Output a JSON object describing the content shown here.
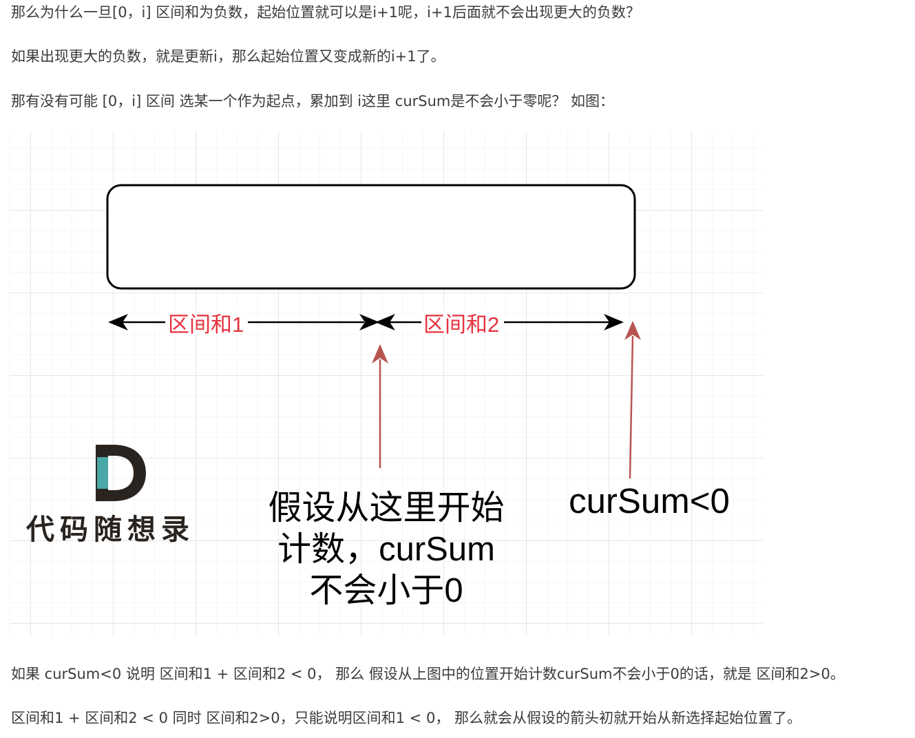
{
  "paragraphs": {
    "p1": "那么为什么一旦[0，i] 区间和为负数，起始位置就可以是i+1呢，i+1后面就不会出现更大的负数？",
    "p2": "如果出现更大的负数，就是更新i，那么起始位置又变成新的i+1了。",
    "p3": "那有没有可能 [0，i] 区间 选某一个作为起点，累加到 i这里 curSum是不会小于零呢？ 如图：",
    "p4": "如果 curSum<0 说明 区间和1 + 区间和2 < 0， 那么 假设从上图中的位置开始计数curSum不会小于0的话，就是 区间和2>0。",
    "p5": "区间和1 + 区间和2 < 0 同时 区间和2>0，只能说明区间和1 < 0， 那么就会从假设的箭头初就开始从新选择起始位置了。"
  },
  "figure": {
    "label_interval1": "区间和1",
    "label_interval2": "区间和2",
    "annotation_line1": "假设从这里开始",
    "annotation_line2": "计数，curSum",
    "annotation_line3": "不会小于0",
    "cursum_label": "curSum<0",
    "logo_text": "代码随想录",
    "colors": {
      "red_label": "#e5323e",
      "arrow_red": "#b85450",
      "grid": "#e6e6e6",
      "logo_dark": "#2a2420",
      "logo_teal": "#4aa8a8"
    }
  }
}
